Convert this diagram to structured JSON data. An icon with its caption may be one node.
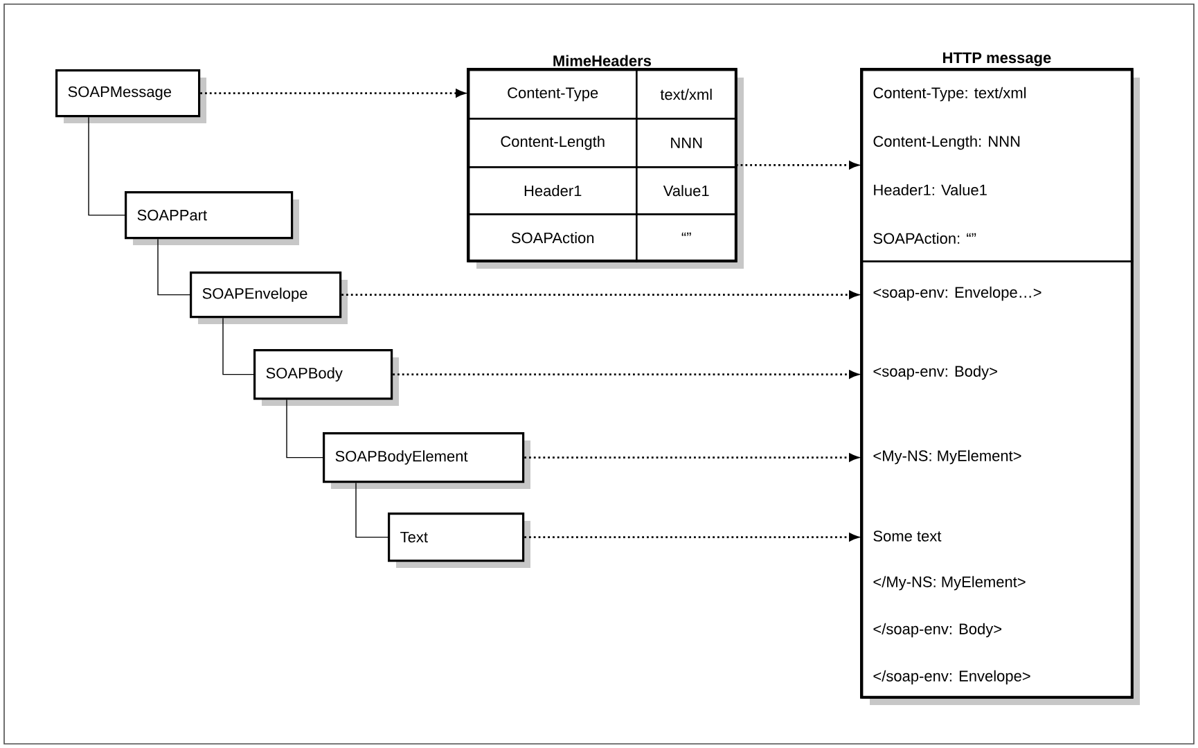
{
  "diagram": {
    "nodes": [
      {
        "text": [
          "SOAPMessage"
        ]
      },
      {
        "text": [
          "SOAPPart"
        ]
      },
      {
        "text": [
          "SOAPEnvelope"
        ]
      },
      {
        "text": [
          "SOAPBody"
        ]
      },
      {
        "text": [
          "SOAPBodyElement"
        ]
      },
      {
        "text": [
          "Text"
        ]
      },
      {
        "text": [
          "MimeHeaders"
        ]
      },
      {
        "text": [
          "Content-Type"
        ],
        "in": 6
      },
      {
        "text": [
          "text/xml"
        ],
        "in": 6
      },
      {
        "text": [
          "Content-Length"
        ],
        "in": 6
      },
      {
        "text": [
          "NNN"
        ],
        "in": 6
      },
      {
        "text": [
          "Header1"
        ],
        "in": 6
      },
      {
        "text": [
          "Value1"
        ],
        "in": 6
      },
      {
        "text": [
          "SOAPAction"
        ],
        "in": 6
      },
      {
        "text": [
          "“”"
        ],
        "in": 6
      },
      {
        "text": [
          "HTTP message"
        ]
      },
      {
        "text": [
          "Content-Type: text/xml",
          "Content-Length: NNN",
          "Header1: Value1",
          "SOAPAction: “”"
        ],
        "in": 15
      },
      {
        "text": [
          "<soap-env: Envelope…>",
          "<soap-env: Body>",
          "<My-NS: MyElement>",
          "Some text",
          "</My-NS: MyElement>",
          "</soap-env: Body>",
          "</soap-env: Envelope>"
        ],
        "in": 15
      }
    ],
    "edges": [
      {
        "from": 0,
        "to": 1,
        "arrow": "none"
      },
      {
        "from": 1,
        "to": 2,
        "arrow": "none"
      },
      {
        "from": 2,
        "to": 3,
        "arrow": "none"
      },
      {
        "from": 3,
        "to": 4,
        "arrow": "none"
      },
      {
        "from": 4,
        "to": 5,
        "arrow": "none"
      },
      {
        "from": 0,
        "to": 6,
        "arrow": "to",
        "style": "dashed"
      },
      {
        "from": 6,
        "to": 16,
        "arrow": "to",
        "style": "dashed"
      },
      {
        "from": 2,
        "to": 17,
        "arrow": "to",
        "style": "dashed"
      },
      {
        "from": 3,
        "to": 17,
        "arrow": "to",
        "style": "dashed"
      },
      {
        "from": 4,
        "to": 17,
        "arrow": "to",
        "style": "dashed"
      },
      {
        "from": 5,
        "to": 17,
        "arrow": "to",
        "style": "dashed"
      }
    ]
  }
}
